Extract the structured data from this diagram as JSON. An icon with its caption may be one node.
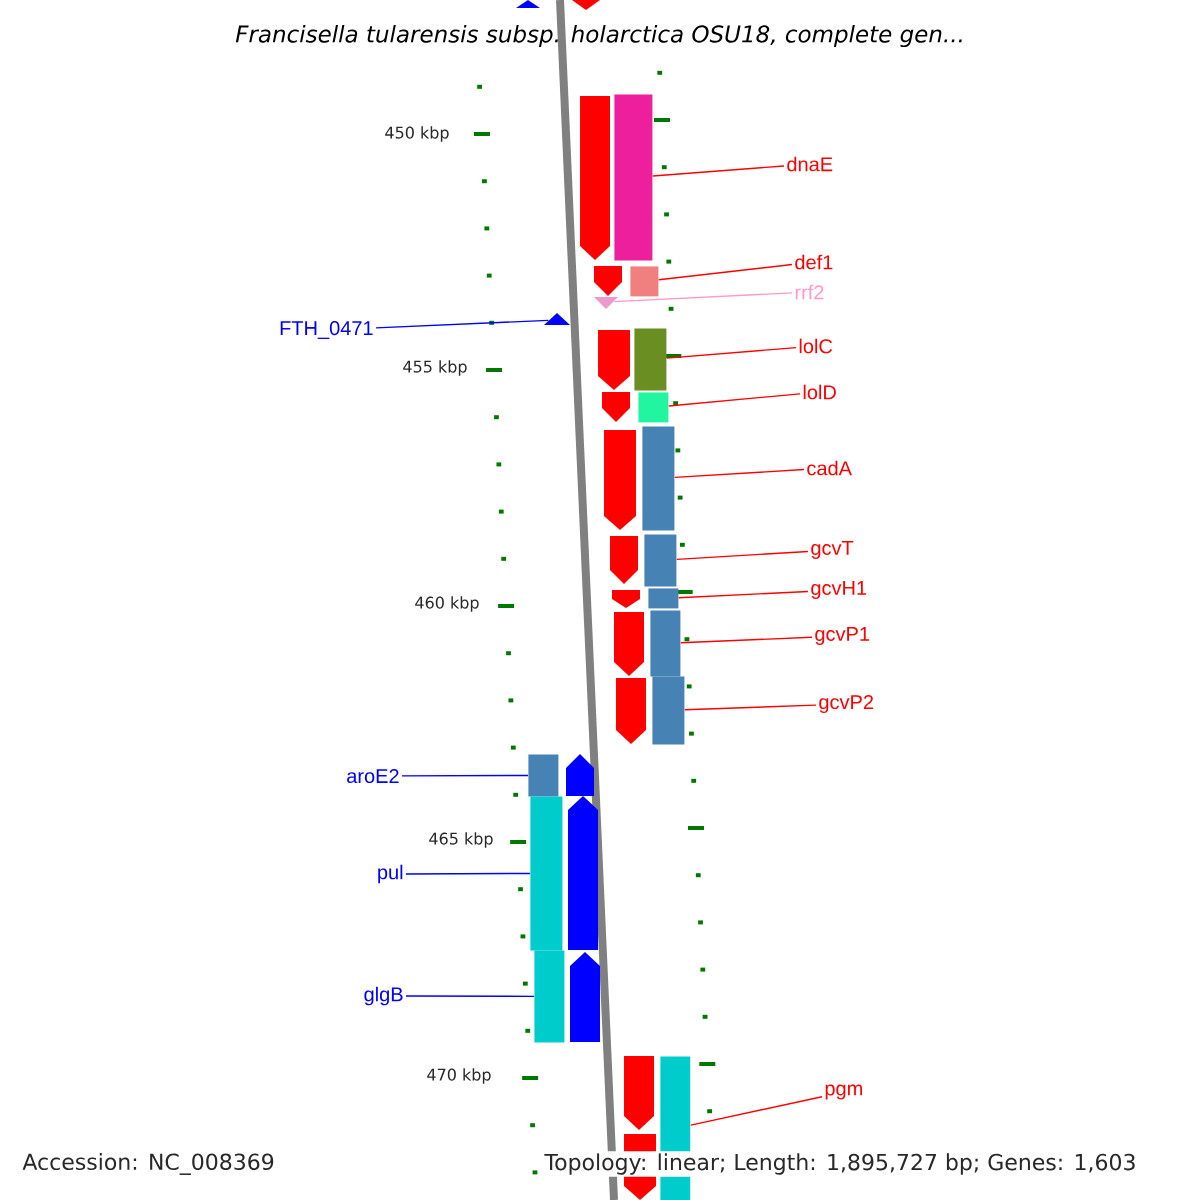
{
  "diagram": {
    "title": "Francisella tularensis subsp. holarctica OSU18, complete gen...",
    "nodes": [
      {
        "text": [
          "dnaE"
        ]
      },
      {
        "text": [
          "def1"
        ]
      },
      {
        "text": [
          "rrf2"
        ]
      },
      {
        "text": [
          "FTH_0471"
        ]
      },
      {
        "text": [
          "lolC"
        ]
      },
      {
        "text": [
          "lolD"
        ]
      },
      {
        "text": [
          "cadA"
        ]
      },
      {
        "text": [
          "gcvT"
        ]
      },
      {
        "text": [
          "gcvH1"
        ]
      },
      {
        "text": [
          "gcvP1"
        ]
      },
      {
        "text": [
          "gcvP2"
        ]
      },
      {
        "text": [
          "aroE2"
        ]
      },
      {
        "text": [
          "pul"
        ]
      },
      {
        "text": [
          "glgB"
        ]
      },
      {
        "text": [
          "pgm"
        ]
      },
      {
        "text": [],
        "shape": "bar"
      },
      {
        "text": [],
        "shape": "bar"
      },
      {
        "text": [],
        "shape": "arrow"
      },
      {
        "text": [],
        "shape": "triangle"
      },
      {
        "text": [],
        "shape": "bar"
      },
      {
        "text": [],
        "shape": "bar"
      },
      {
        "text": [],
        "shape": "bar"
      },
      {
        "text": [],
        "shape": "bar"
      },
      {
        "text": [],
        "shape": "bar"
      },
      {
        "text": [],
        "shape": "bar"
      },
      {
        "text": [],
        "shape": "bar"
      },
      {
        "text": [],
        "shape": "bar"
      },
      {
        "text": [],
        "shape": "bar"
      },
      {
        "text": [],
        "shape": "bar"
      },
      {
        "text": [],
        "shape": "bar"
      }
    ],
    "edges": [
      {
        "from": 0,
        "to": 15,
        "arrow": "none"
      },
      {
        "from": 1,
        "to": 16,
        "arrow": "none"
      },
      {
        "from": 2,
        "to": 17,
        "arrow": "none",
        "color": "#ff99cc"
      },
      {
        "from": 3,
        "to": 18,
        "arrow": "none",
        "color": "#0000ff"
      },
      {
        "from": 4,
        "to": 19,
        "arrow": "none"
      },
      {
        "from": 5,
        "to": 20,
        "arrow": "none"
      },
      {
        "from": 6,
        "to": 21,
        "arrow": "none"
      },
      {
        "from": 7,
        "to": 22,
        "arrow": "none"
      },
      {
        "from": 8,
        "to": 23,
        "arrow": "none"
      },
      {
        "from": 9,
        "to": 24,
        "arrow": "none"
      },
      {
        "from": 10,
        "to": 25,
        "arrow": "none"
      },
      {
        "from": 11,
        "to": 26,
        "arrow": "none",
        "color": "#0000ff"
      },
      {
        "from": 12,
        "to": 27,
        "arrow": "none",
        "color": "#0000ff"
      },
      {
        "from": 13,
        "to": 28,
        "arrow": "none",
        "color": "#0000ff"
      },
      {
        "from": 14,
        "to": 29,
        "arrow": "none"
      }
    ],
    "labels": [
      "450 kbp",
      "455 kbp",
      "460 kbp",
      "465 kbp",
      "470 kbp",
      "Accession: NC_008369",
      "Topology: linear; Length: 1,895,727 bp; Genes: 1,603"
    ]
  }
}
